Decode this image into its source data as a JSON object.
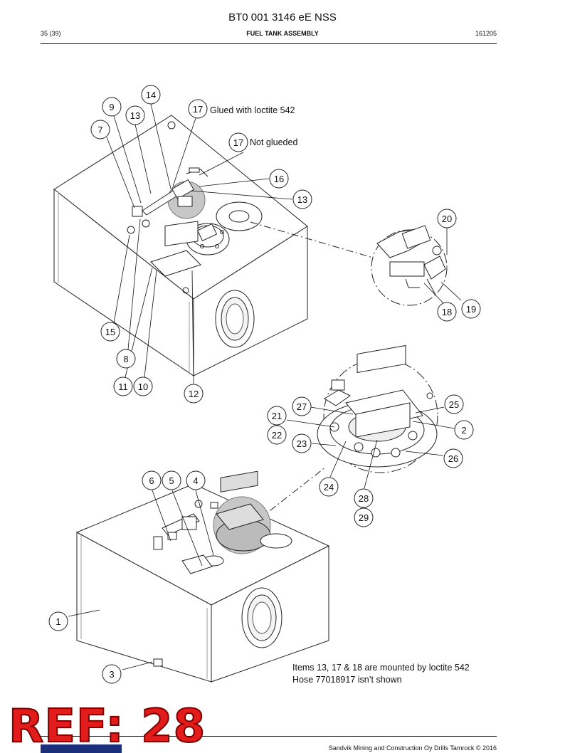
{
  "header": {
    "doc_id": "BT0 001 3146 eE NSS",
    "page": "35 (39)",
    "section": "FUEL TANK ASSEMBLY",
    "code": "161205"
  },
  "annotations": {
    "glued": "Glued with loctite 542",
    "not_glued": "Not glueded"
  },
  "callouts": [
    "14",
    "9",
    "13",
    "17",
    "7",
    "17",
    "16",
    "13",
    "20",
    "19",
    "18",
    "15",
    "8",
    "11",
    "10",
    "12",
    "27",
    "25",
    "21",
    "2",
    "22",
    "23",
    "26",
    "24",
    "28",
    "29",
    "6",
    "5",
    "4",
    "1",
    "3"
  ],
  "notes": {
    "line1": "Items 13, 17 & 18 are mounted by loctite 542",
    "line2": "Hose 77018917 isn’t shown"
  },
  "stamp": {
    "label": "REF: 28"
  },
  "footer": {
    "copyright": "Sandvik Mining and Construction Oy Drills Tamrock © 2016"
  }
}
